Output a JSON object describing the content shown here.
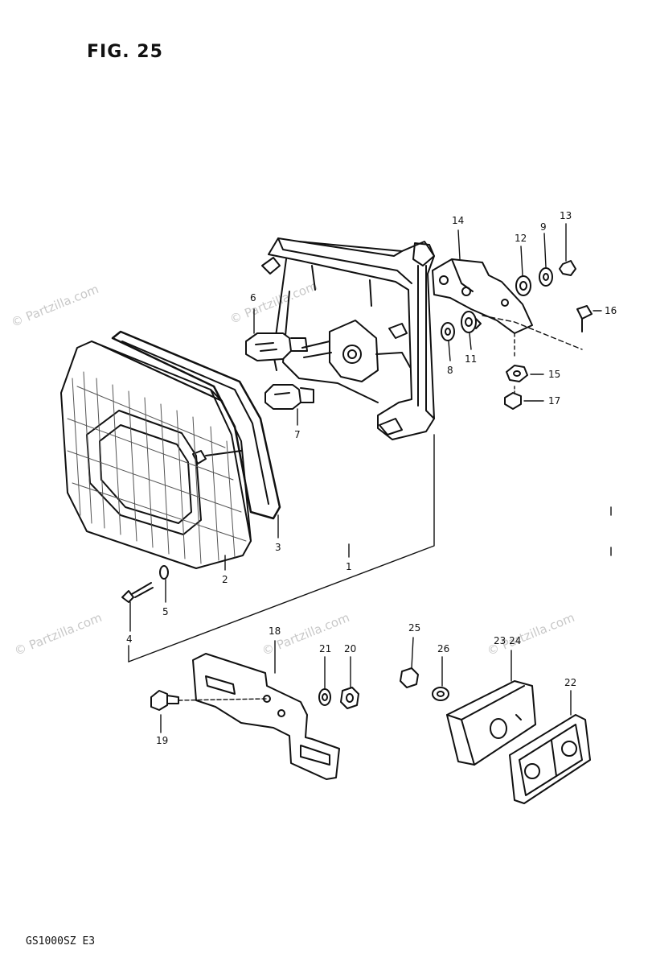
{
  "figure": {
    "title": "FIG. 25",
    "model_code": "GS1000SZ E3"
  },
  "watermark": {
    "text": "© Partzilla.com"
  },
  "callouts": [
    {
      "id": "c1",
      "label": "1"
    },
    {
      "id": "c2",
      "label": "2"
    },
    {
      "id": "c3",
      "label": "3"
    },
    {
      "id": "c4",
      "label": "4"
    },
    {
      "id": "c5",
      "label": "5"
    },
    {
      "id": "c6",
      "label": "6"
    },
    {
      "id": "c7",
      "label": "7"
    },
    {
      "id": "c8",
      "label": "8"
    },
    {
      "id": "c9",
      "label": "9"
    },
    {
      "id": "c11a",
      "label": "11"
    },
    {
      "id": "c12",
      "label": "12"
    },
    {
      "id": "c13",
      "label": "13"
    },
    {
      "id": "c14",
      "label": "14"
    },
    {
      "id": "c15",
      "label": "15"
    },
    {
      "id": "c16",
      "label": "16"
    },
    {
      "id": "c17",
      "label": "17"
    },
    {
      "id": "c18",
      "label": "18"
    },
    {
      "id": "c19",
      "label": "19"
    },
    {
      "id": "c20",
      "label": "20"
    },
    {
      "id": "c21",
      "label": "21"
    },
    {
      "id": "c22",
      "label": "22"
    },
    {
      "id": "c2324",
      "label": "23 24"
    },
    {
      "id": "c25",
      "label": "25"
    },
    {
      "id": "c26",
      "label": "26"
    }
  ]
}
